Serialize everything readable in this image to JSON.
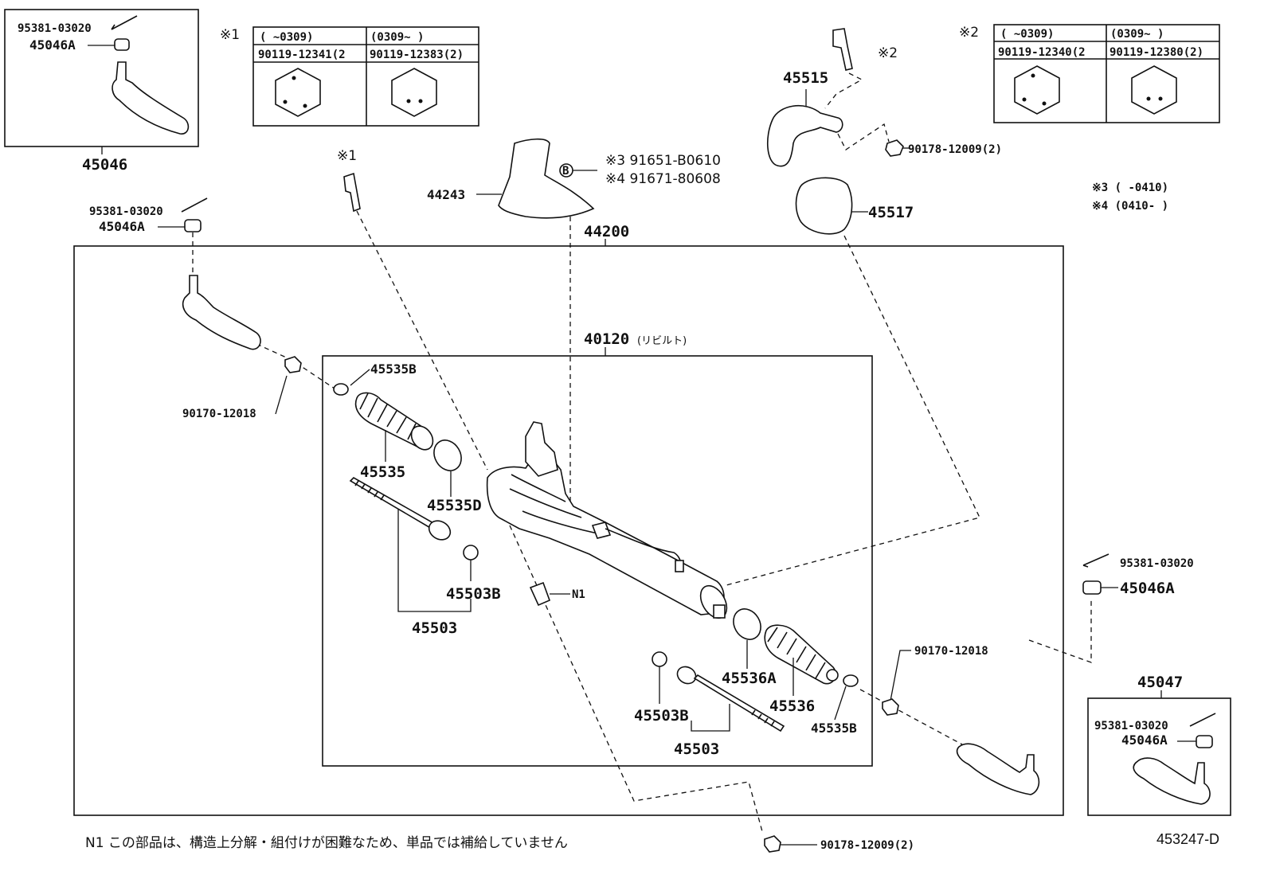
{
  "assembly": {
    "rack_assy": "44200",
    "rebuilt_gear": "40120",
    "rebuilt_note": "(リビルト)"
  },
  "part_numbers": {
    "tie_rod_end_lh": "45046",
    "tie_rod_end_rh": "45047",
    "nut": "45046A",
    "cotter_pin": "95381-03020",
    "lock_nut": "90170-12018",
    "heat_insulator": "44243",
    "bracket": "45515",
    "grommet": "45517",
    "rack_boot_lh": "45535",
    "rack_boot_rh": "45536",
    "clip_b": "45535B",
    "clamp_d": "45535D",
    "clamp_a": "45536A",
    "tie_rod": "45503",
    "claw_washer": "45503B",
    "bracket_nut": "90178-12009(2)",
    "n1": "N1"
  },
  "bolt_tables": [
    {
      "marker": "※1",
      "headers": [
        "(    ~0309)",
        "(0309~    )"
      ],
      "parts": [
        "90119-12341(2",
        "90119-12383(2)"
      ]
    },
    {
      "marker": "※2",
      "headers": [
        "(    ~0309)",
        "(0309~    )"
      ],
      "parts": [
        "90119-12340(2",
        "90119-12380(2)"
      ]
    }
  ],
  "markers": {
    "m1": "※1",
    "m2": "※2",
    "badge": "B"
  },
  "footnotes": {
    "m3_part": "※3 91651-B0610",
    "m4_part": "※4 91671-80608",
    "m3_range": "※3 (      -0410)",
    "m4_range": "※4 (0410-      )",
    "n1_note": "N1  この部品は、構造上分解・組付けが困難なため、単品では補給していません"
  },
  "figure_id": "453247-D"
}
